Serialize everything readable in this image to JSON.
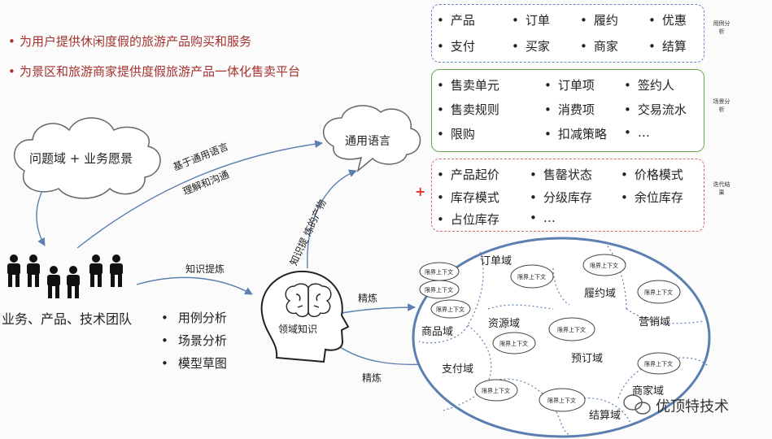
{
  "goals": [
    "为用户提供休闲度假的旅游产品购买和服务",
    "为景区和旅游商家提供度假旅游产品一体化售卖平台"
  ],
  "box_usecase": {
    "items": [
      "产品",
      "订单",
      "履约",
      "优惠",
      "支付",
      "买家",
      "商家",
      "结算"
    ],
    "side_label": "用例分析"
  },
  "box_scenario": {
    "items": [
      "售卖单元",
      "订单项",
      "签约人",
      "售卖规则",
      "消费项",
      "交易流水",
      "限购",
      "扣减策略",
      "…"
    ],
    "side_label": "场景分析"
  },
  "box_iteration": {
    "items": [
      "产品起价",
      "售罄状态",
      "价格模式",
      "库存模式",
      "分级库存",
      "余位库存",
      "占位库存",
      "…"
    ],
    "side_label": "迭代结果",
    "plus": "+"
  },
  "problem_cloud": "问题域 + 业务愿景",
  "language_cloud": "通用语言",
  "arrow_labels": {
    "understand_1": "基于通用语言",
    "understand_2": "理解和沟通",
    "knowledge_extract": "知识提炼",
    "language_product": "知识提 炼的产物",
    "refine_1": "精炼",
    "refine_2": "精炼"
  },
  "team": {
    "label": "业务、产品、技术团队",
    "activities": [
      "用例分析",
      "场景分析",
      "模型草图"
    ]
  },
  "head_label": "领域知识",
  "domains": {
    "order": "订单域",
    "fulfill": "履约域",
    "marketing": "营销域",
    "product": "商品域",
    "resource": "资源域",
    "booking": "预订域",
    "payment": "支付域",
    "merchant": "商家域",
    "settlement": "结算域",
    "context": "限界上下文"
  },
  "watermark": "优顶特技术",
  "colors": {
    "goal_red": "#a5322e",
    "blue_border": "#6b87c4",
    "green_border": "#6aa84f",
    "red_border": "#d46a6a",
    "line_blue": "#5b7fb0"
  }
}
